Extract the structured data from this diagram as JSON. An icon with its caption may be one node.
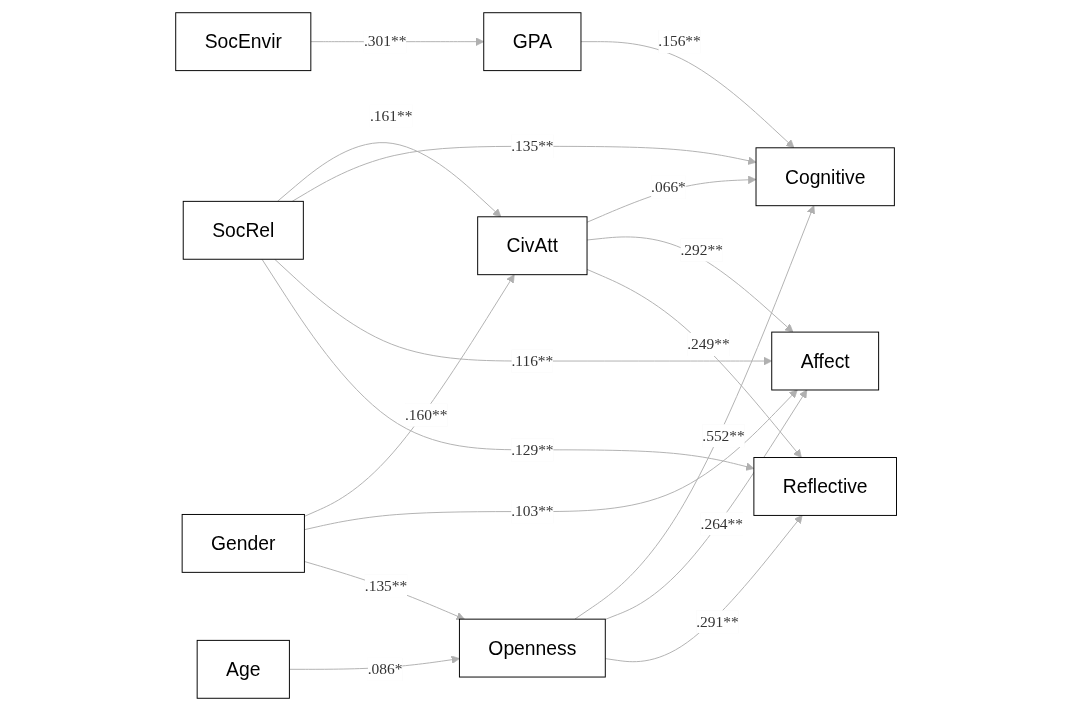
{
  "diagram": {
    "nodes": [
      {
        "text": [
          "GPA"
        ]
      },
      {
        "text": [
          "SocEnvir"
        ]
      },
      {
        "text": [
          "CivAtt"
        ]
      },
      {
        "text": [
          "Cognitive"
        ]
      },
      {
        "text": [
          "SocRel"
        ]
      },
      {
        "text": [
          "Affect"
        ]
      },
      {
        "text": [
          "Gender"
        ]
      },
      {
        "text": [
          "Reflective"
        ]
      },
      {
        "text": [
          "Age"
        ]
      },
      {
        "text": [
          "Openness"
        ]
      }
    ],
    "edges": [
      {
        "from": 1,
        "to": 0,
        "arrow": "to",
        "label": ".301**"
      },
      {
        "from": 0,
        "to": 3,
        "arrow": "to",
        "label": ".156**"
      },
      {
        "from": 2,
        "to": 3,
        "arrow": "to",
        "label": ".066*"
      },
      {
        "from": 2,
        "to": 5,
        "arrow": "to",
        "label": ".292**"
      },
      {
        "from": 2,
        "to": 7,
        "arrow": "to",
        "label": ".249**"
      },
      {
        "from": 4,
        "to": 2,
        "arrow": "to",
        "label": ".161**"
      },
      {
        "from": 4,
        "to": 3,
        "arrow": "to",
        "label": ".135**"
      },
      {
        "from": 4,
        "to": 5,
        "arrow": "to",
        "label": ".116**"
      },
      {
        "from": 4,
        "to": 7,
        "arrow": "to",
        "label": ".129**"
      },
      {
        "from": 6,
        "to": 2,
        "arrow": "to",
        "label": ".160**"
      },
      {
        "from": 6,
        "to": 5,
        "arrow": "to",
        "label": ".103**"
      },
      {
        "from": 6,
        "to": 9,
        "arrow": "to",
        "label": ".135**"
      },
      {
        "from": 8,
        "to": 9,
        "arrow": "to",
        "label": ".086*"
      },
      {
        "from": 9,
        "to": 3,
        "arrow": "to",
        "label": ".552**"
      },
      {
        "from": 9,
        "to": 5,
        "arrow": "to",
        "label": ".264**"
      },
      {
        "from": 9,
        "to": 7,
        "arrow": "to",
        "label": ".291**"
      }
    ]
  }
}
